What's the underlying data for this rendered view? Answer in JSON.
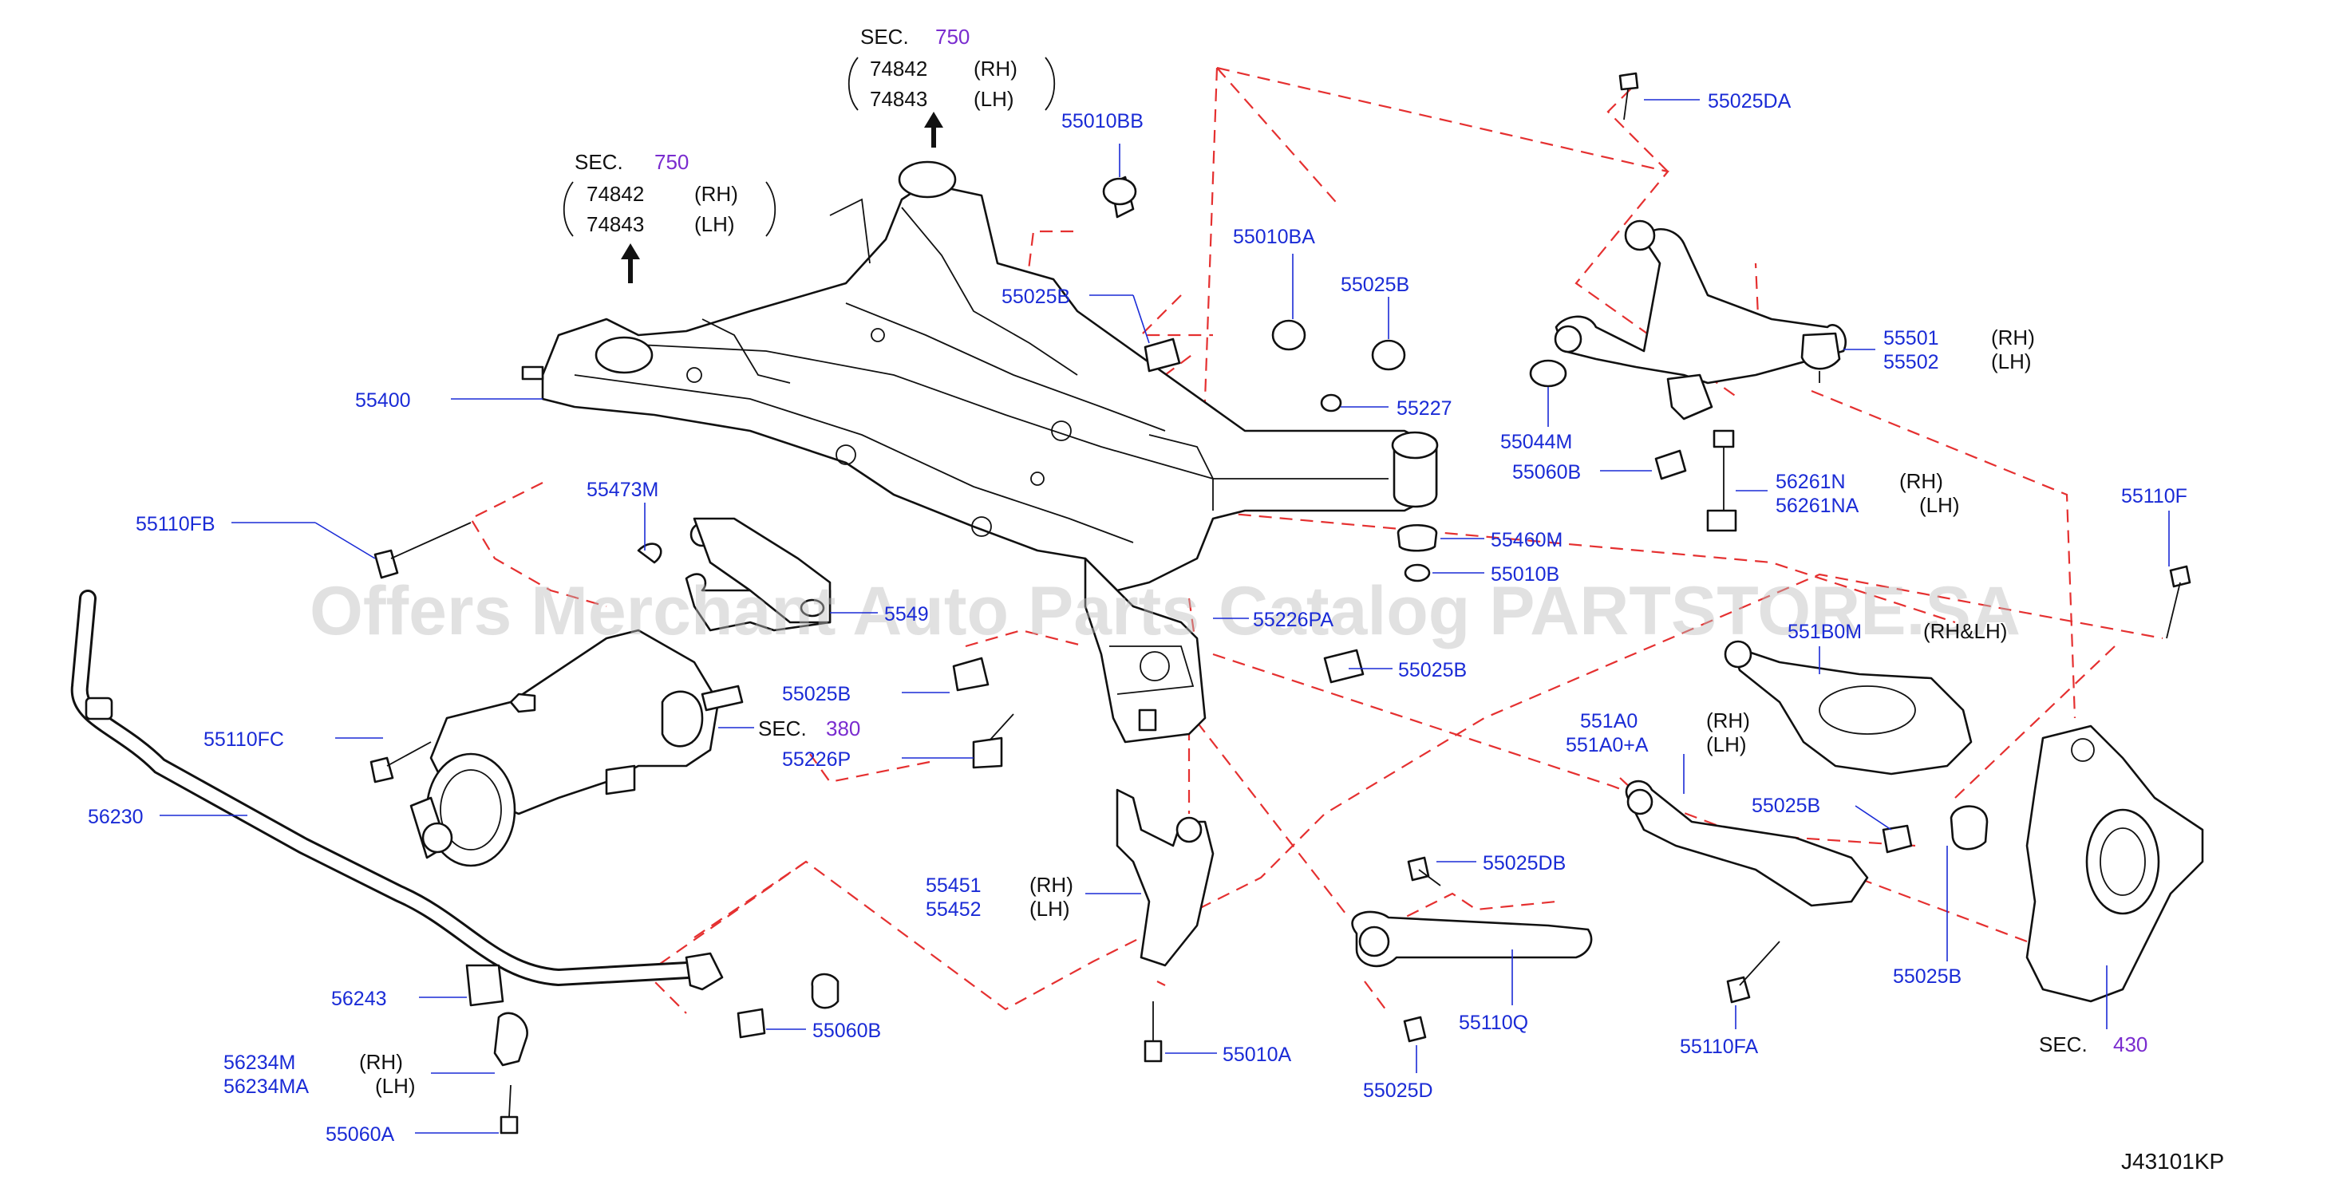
{
  "diagram_code": "J43101KP",
  "watermark": "Offers Merchant Auto Parts Catalog PARTSTORE.SA",
  "sec_ref_top": {
    "sec": "SEC.",
    "num": "750",
    "p1": "74842",
    "p1s": "(RH)",
    "p2": "74843",
    "p2s": "(LH)"
  },
  "sec_ref_left": {
    "sec": "SEC.",
    "num": "750",
    "p1": "74842",
    "p1s": "(RH)",
    "p2": "74843",
    "p2s": "(LH)"
  },
  "sec_380": {
    "sec": "SEC.",
    "num": "380"
  },
  "sec_430": {
    "sec": "SEC.",
    "num": "430"
  },
  "labels": {
    "l55400": "55400",
    "l55010BB": "55010BB",
    "l55025B_a": "55025B",
    "l55010BA": "55010BA",
    "l55025B_b": "55025B",
    "l55227": "55227",
    "l55025DA": "55025DA",
    "l55501": "55501",
    "l55502": "55502",
    "l55044M": "55044M",
    "l55060B_a": "55060B",
    "l56261N": "56261N",
    "l56261NA": "56261NA",
    "l55110F": "55110F",
    "l55460M": "55460M",
    "l55010B": "55010B",
    "l55473M": "55473M",
    "l55110FB": "55110FB",
    "l5549": "5549",
    "l55226PA": "55226PA",
    "l55025B_c": "55025B",
    "l55025B_d": "55025B",
    "l55226P": "55226P",
    "l55110FC": "55110FC",
    "l56230": "56230",
    "l551B0M": "551B0M",
    "l551A0": "551A0",
    "l551A0A": "551A0+A",
    "l55025B_e": "55025B",
    "l55025DB": "55025DB",
    "l55451": "55451",
    "l55452": "55452",
    "l55025B_f": "55025B",
    "l56243": "56243",
    "l55060B_b": "55060B",
    "l56234M": "56234M",
    "l56234MA": "56234MA",
    "l55010A": "55010A",
    "l55110Q": "55110Q",
    "l55110FA": "55110FA",
    "l55060A": "55060A",
    "l55025D": "55025D"
  },
  "suffix": {
    "rh": "(RH)",
    "lh": "(LH)",
    "rhlh": "(RH&LH)"
  }
}
